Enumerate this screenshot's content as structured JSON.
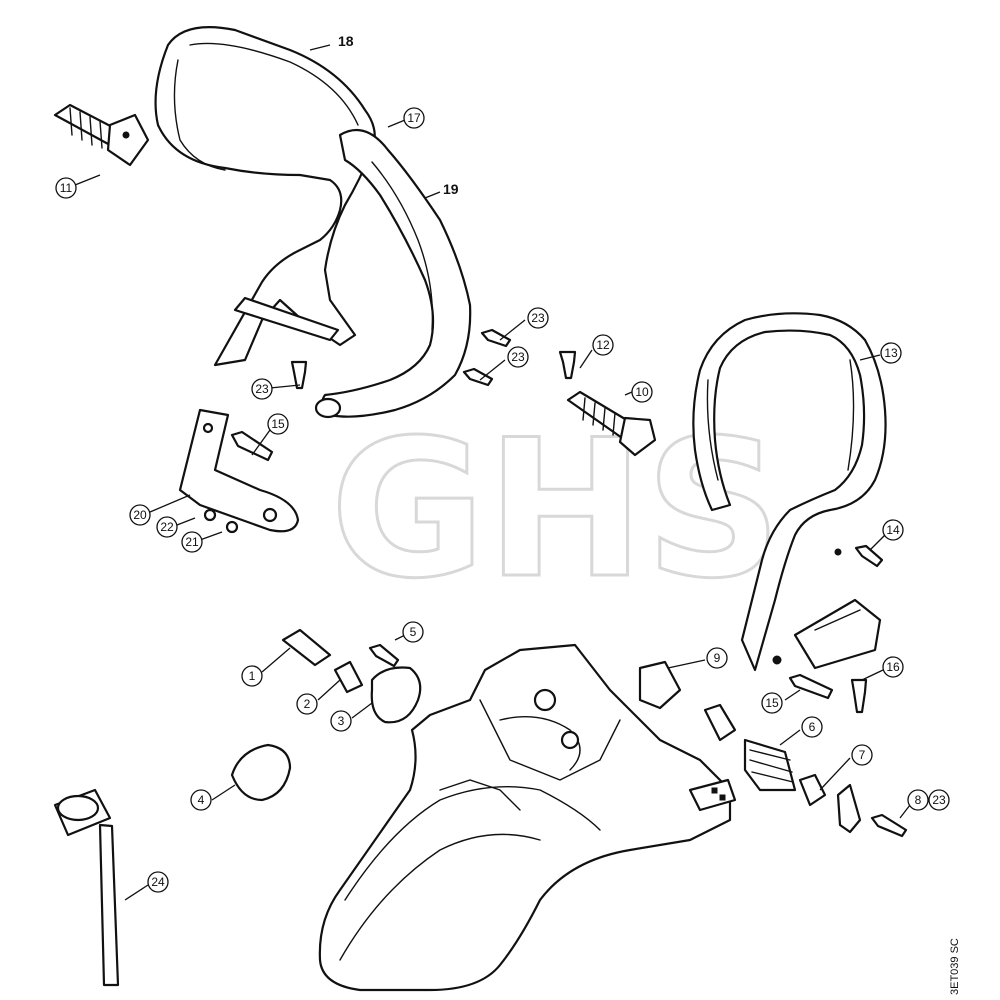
{
  "watermark": "GHS",
  "drawing_code": "3ET039 SC",
  "callouts": {
    "c1": "1",
    "c2": "2",
    "c3": "3",
    "c4": "4",
    "c5": "5",
    "c6": "6",
    "c7": "7",
    "c8": "8",
    "c9": "9",
    "c10": "10",
    "c11": "11",
    "c12": "12",
    "c13": "13",
    "c14": "14",
    "c15a": "15",
    "c15b": "15",
    "c16": "16",
    "c17": "17",
    "c18": "18",
    "c19": "19",
    "c20": "20",
    "c21": "21",
    "c22": "22",
    "c23a": "23",
    "c23b": "23",
    "c23c": "23",
    "c23d": "23",
    "c24": "24"
  }
}
